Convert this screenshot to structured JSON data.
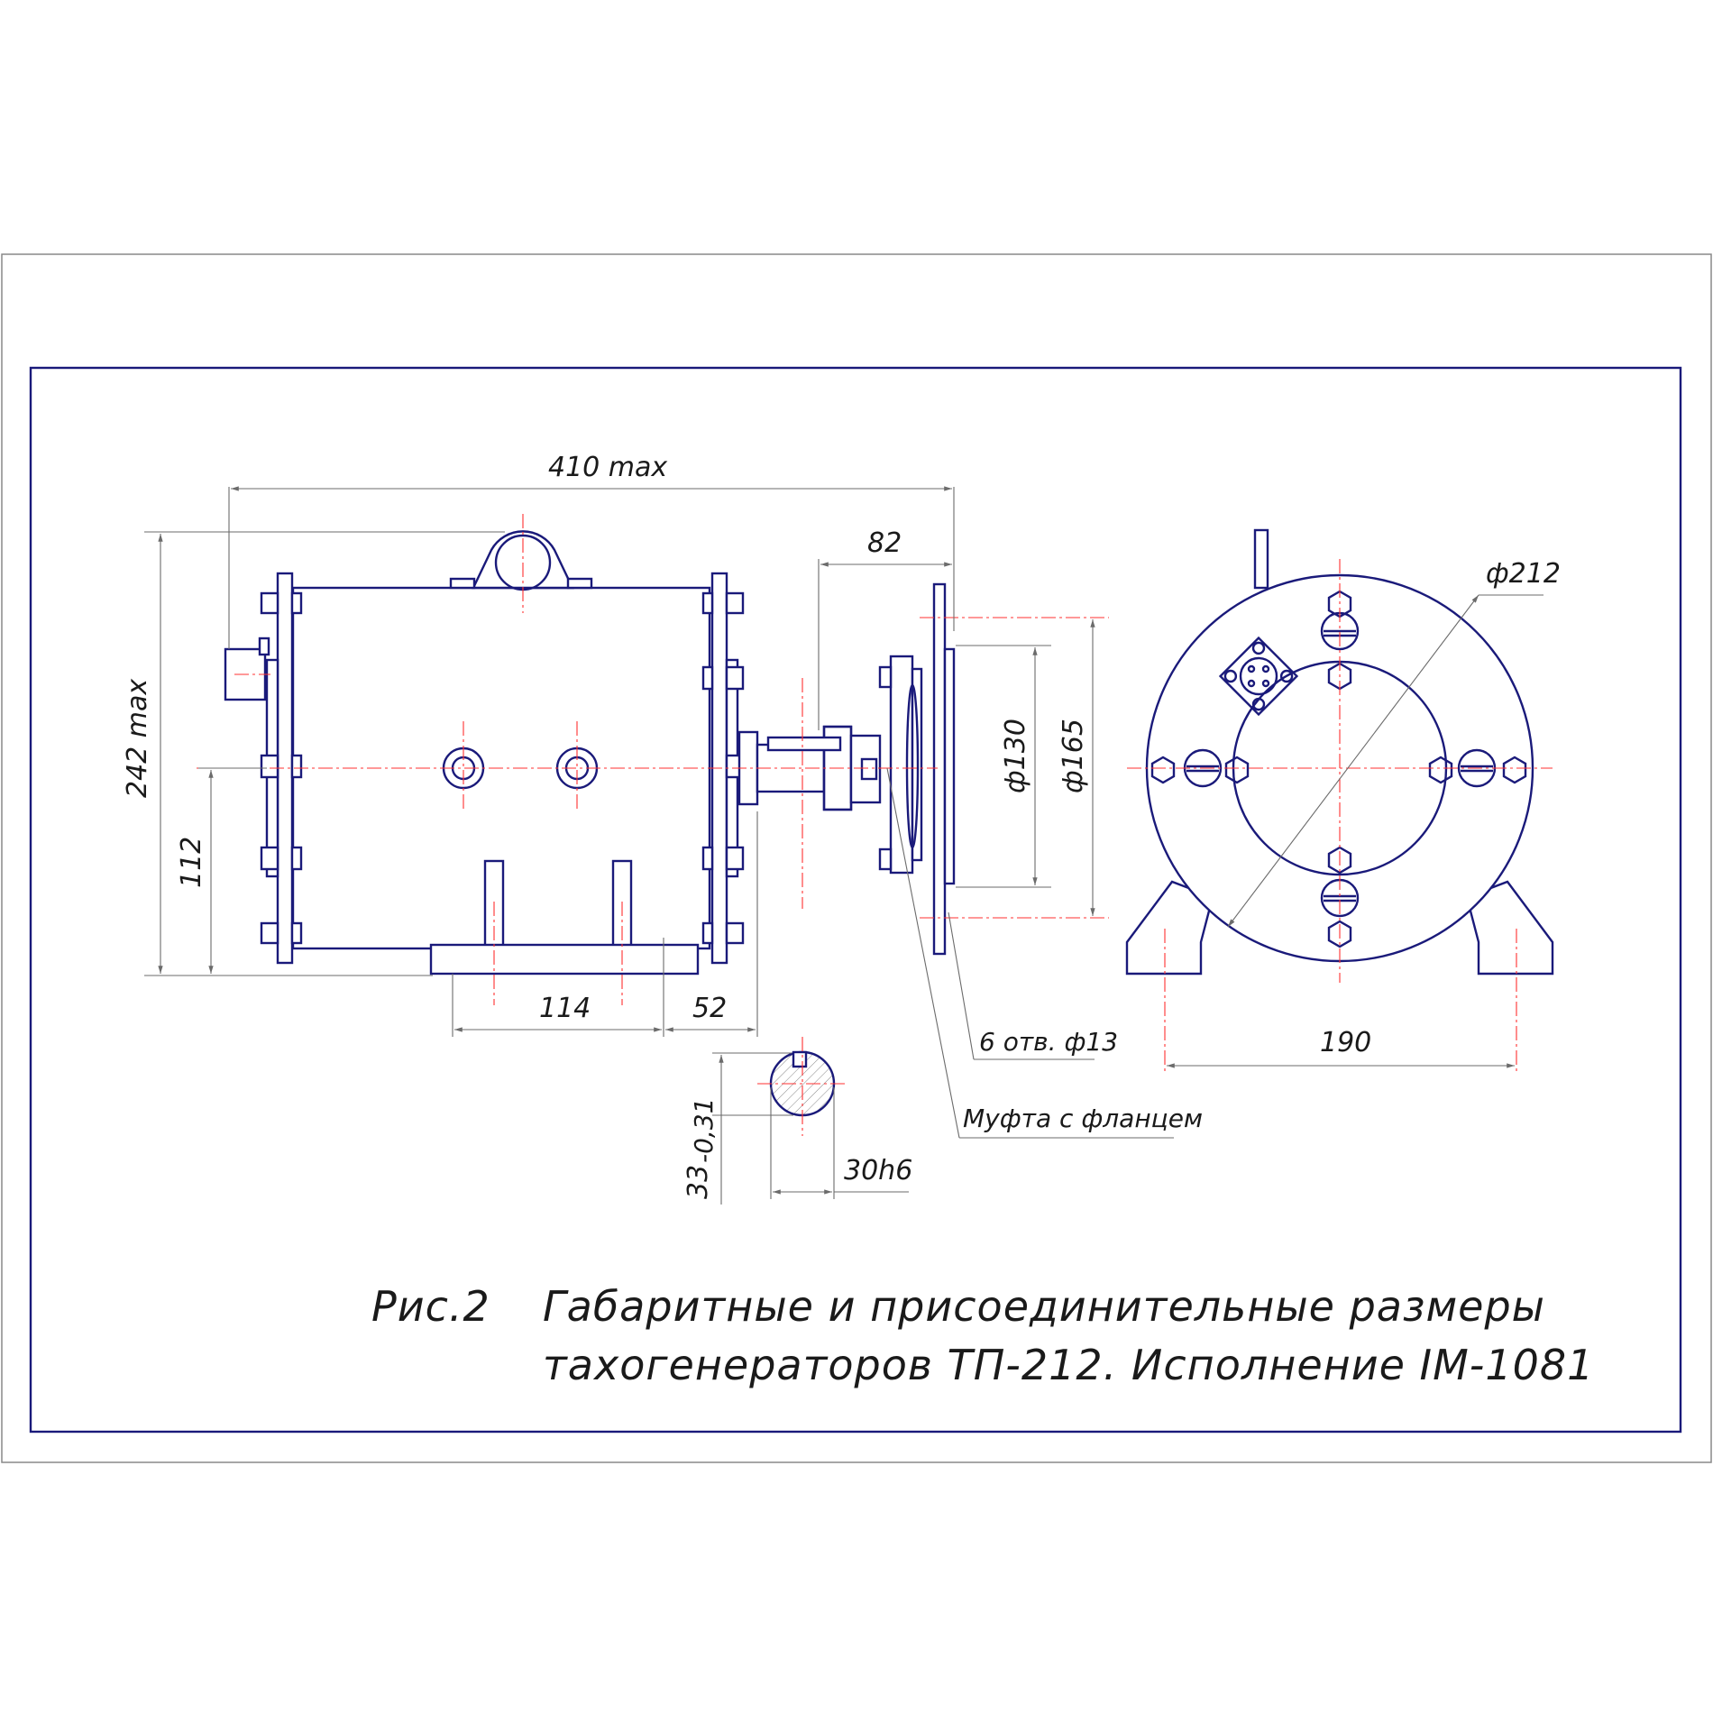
{
  "colors": {
    "outline": "#1a1a7a",
    "axis": "#ff3030",
    "dimension": "#6b6b6b",
    "frame": "#1a1a7a"
  },
  "dimensions": {
    "overall_length": "410 max",
    "overall_height": "242 max",
    "shaft_height": "112",
    "foot_span": "114",
    "foot_offset": "52",
    "shaft_extension": "82",
    "diameter_130": "ф130",
    "diameter_165": "ф165",
    "diameter_212": "ф212",
    "foot_width": "190",
    "key_height": "33",
    "key_height_tol": "-0,31",
    "shaft_fit": "30h6"
  },
  "callouts": {
    "holes": "6 отв. ф13",
    "coupling": "Муфта с фланцем"
  },
  "caption": {
    "figure": "Рис.2",
    "line1": "Габаритные и присоединительные размеры",
    "line2": "тахогенераторов ТП-212. Исполнение IM-1081"
  }
}
